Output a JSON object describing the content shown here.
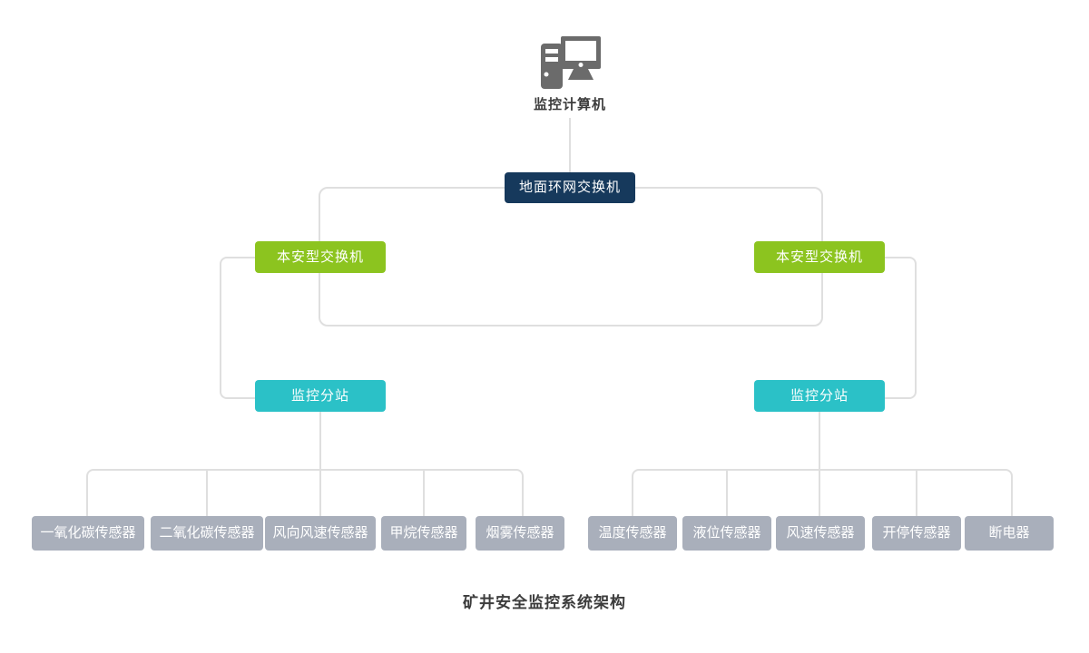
{
  "title": "矿井安全监控系统架构",
  "nodes": {
    "computer": "监控计算机",
    "core_switch": "地面环网交换机",
    "safe_switch_left": "本安型交换机",
    "safe_switch_right": "本安型交换机",
    "substation_left": "监控分站",
    "substation_right": "监控分站"
  },
  "left_sensors": [
    "一氧化碳传感器",
    "二氧化碳传感器",
    "风向风速传感器",
    "甲烷传感器",
    "烟雾传感器"
  ],
  "right_sensors": [
    "温度传感器",
    "液位传感器",
    "风速传感器",
    "开停传感器",
    "断电器"
  ],
  "colors": {
    "navy": "#16395c",
    "green": "#8cc41f",
    "teal": "#2bc1c7",
    "sensor-gray": "#a9afbb",
    "line": "#dfdfdf",
    "icon-gray": "#6b6b6b",
    "text-dark": "#3c3c3c"
  }
}
